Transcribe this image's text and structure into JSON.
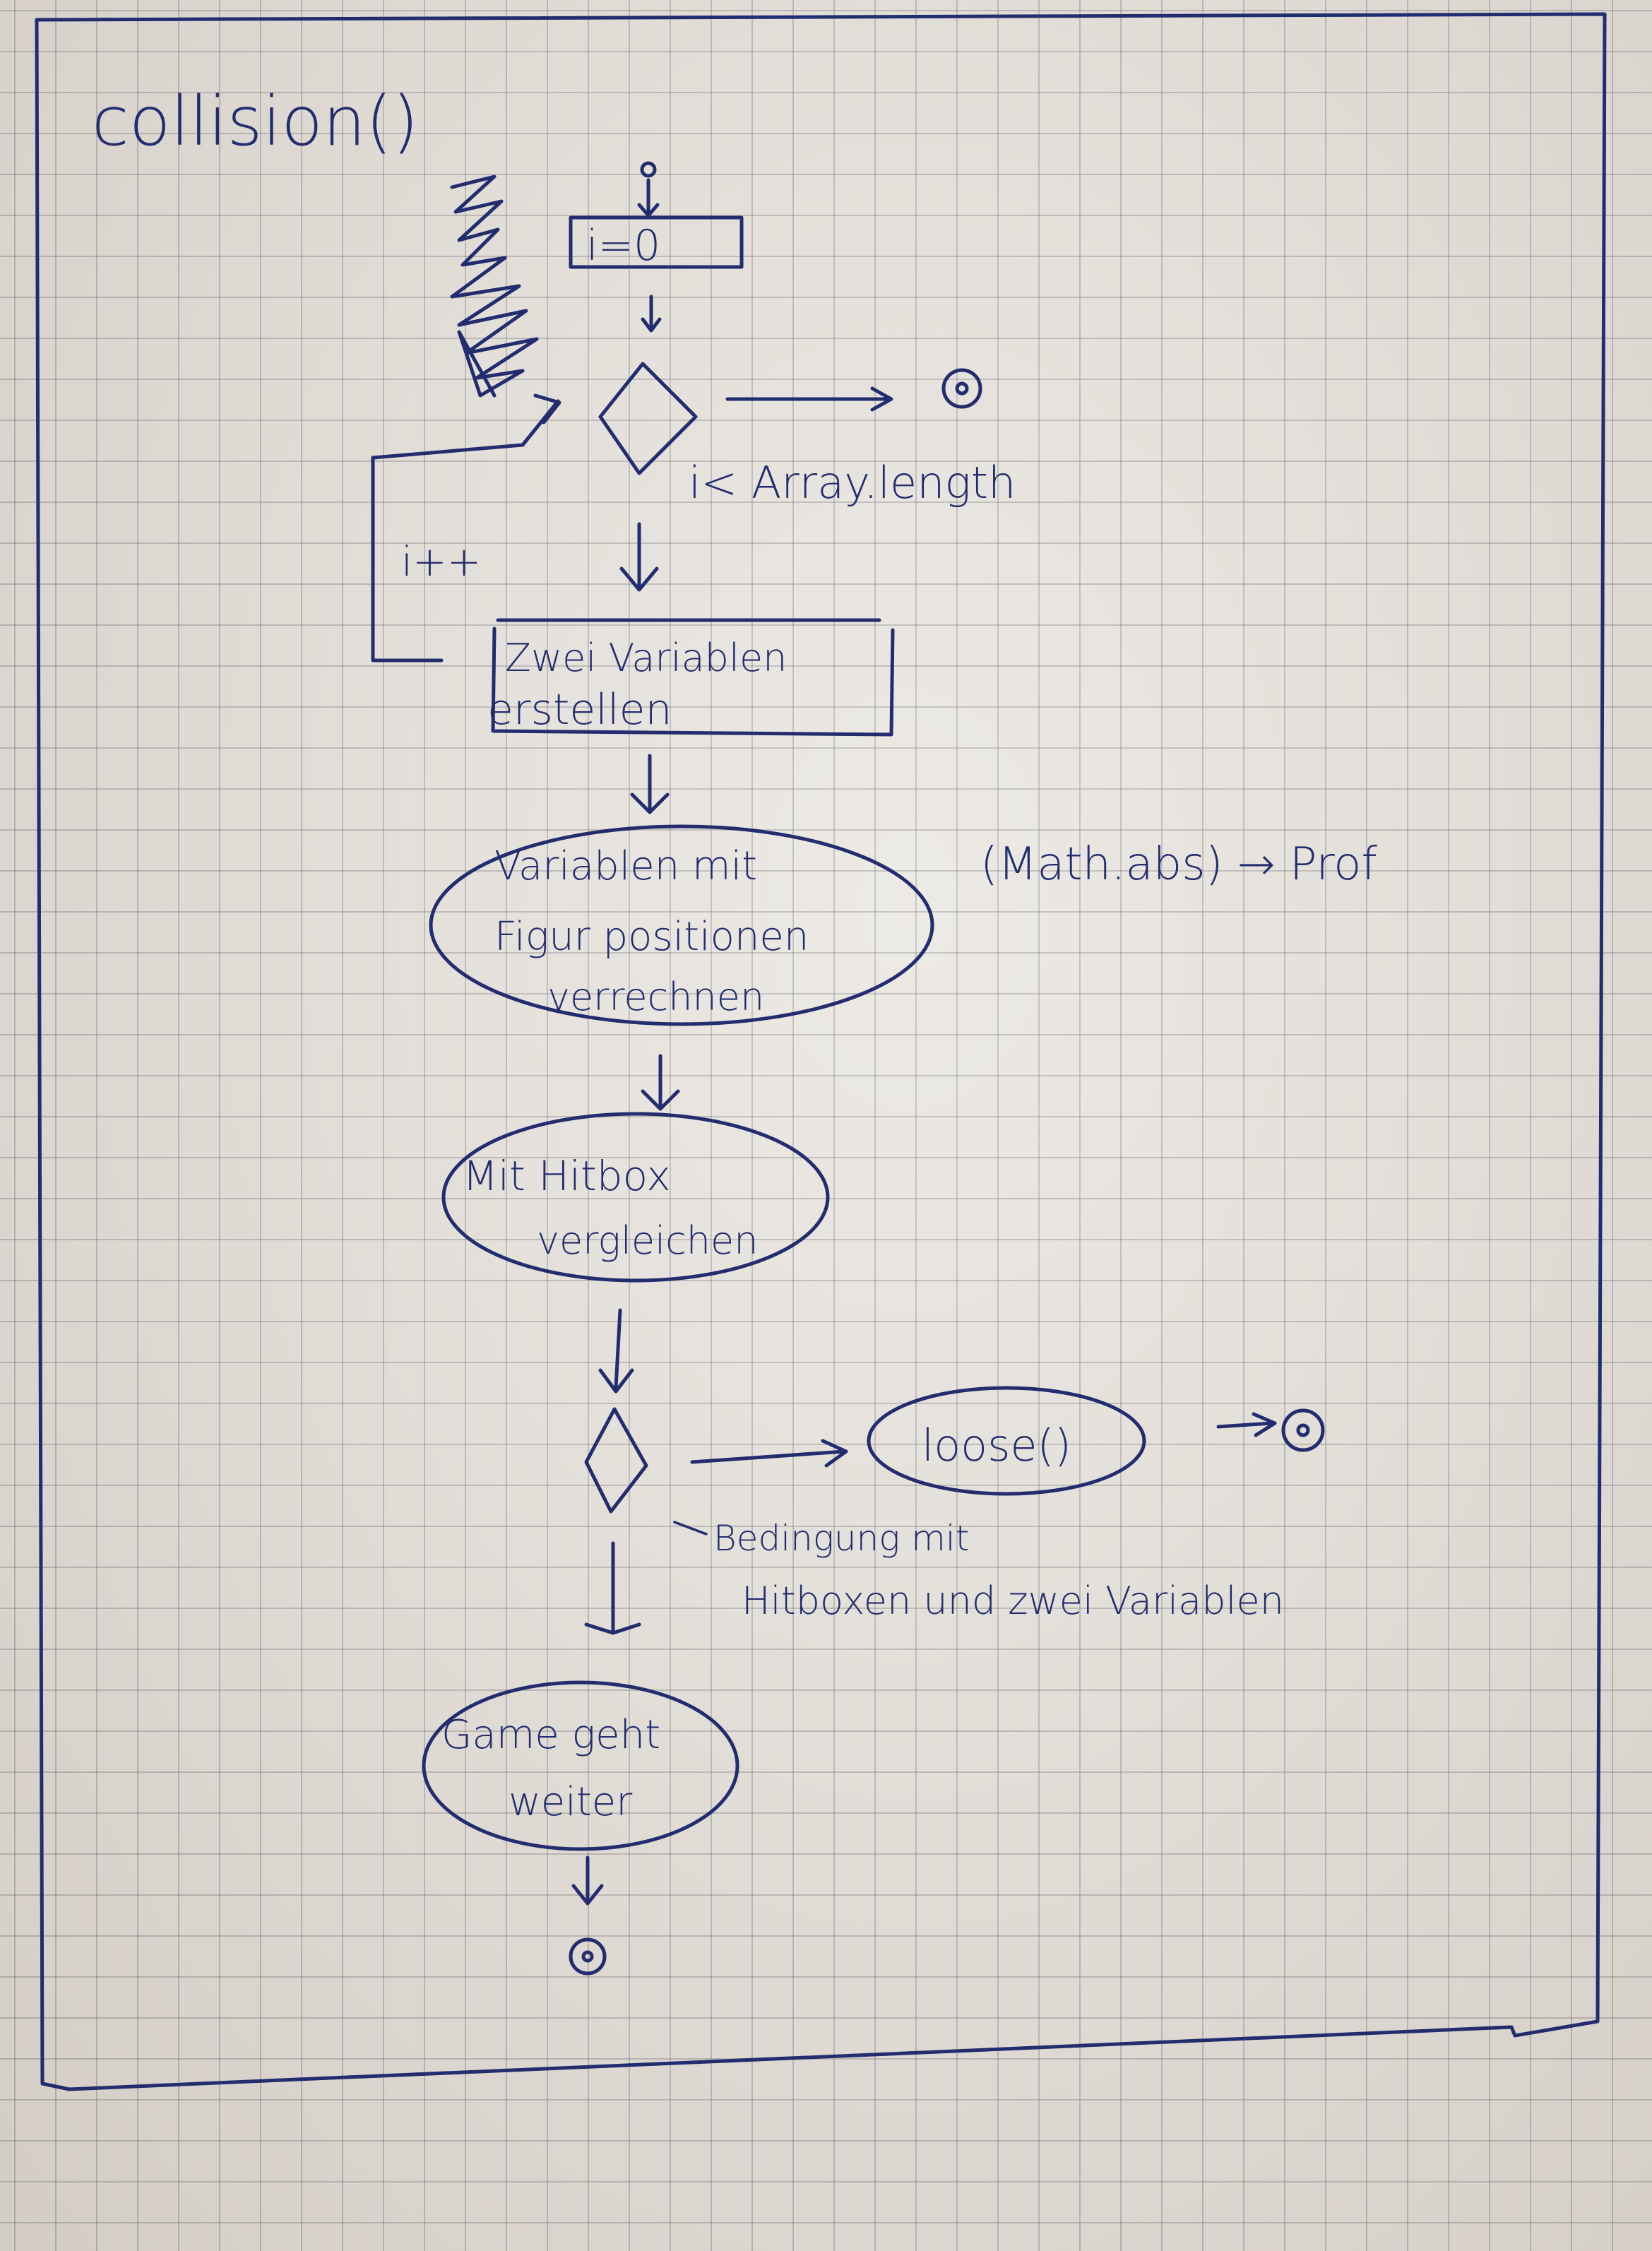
{
  "title": "collision()",
  "counter": {
    "init_label": "i=0",
    "increment_label": "i++"
  },
  "loop_decision": {
    "condition_label": "i< Array.length"
  },
  "steps": {
    "create_vars": [
      "Zwei Variablen",
      "erstellen"
    ],
    "compute": [
      "Variablen mit",
      "Figur positionen",
      "verrechnen"
    ],
    "compare": [
      "Mit Hitbox",
      "vergleichen"
    ],
    "continue": [
      "Game geht",
      "weiter"
    ]
  },
  "side_note": "(Math.abs) → Prof",
  "collision_decision": {
    "condition_lines": [
      "Bedingung mit",
      "Hitboxen und zwei Variablen"
    ]
  },
  "lose_action": "loose()",
  "colors": {
    "ink": "#232c6e",
    "paper": "#e9e6e1",
    "grid": "#4a4a55"
  }
}
